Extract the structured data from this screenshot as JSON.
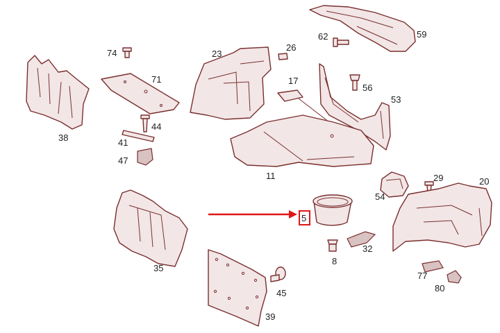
{
  "callouts": {
    "c5": "5",
    "c8": "8",
    "c11": "11",
    "c17": "17",
    "c20": "20",
    "c23": "23",
    "c26": "26",
    "c29": "29",
    "c32": "32",
    "c35": "35",
    "c38": "38",
    "c39": "39",
    "c41": "41",
    "c44": "44",
    "c45": "45",
    "c47": "47",
    "c53": "53",
    "c54": "54",
    "c56": "56",
    "c59": "59",
    "c62": "62",
    "c71": "71",
    "c74": "74",
    "c77": "77",
    "c80": "80"
  },
  "highlight": {
    "part": "5",
    "color": "#e01616"
  },
  "colors": {
    "line": "#7a2e2e",
    "fill": "#f2e6e6",
    "highlight": "#e01616"
  }
}
